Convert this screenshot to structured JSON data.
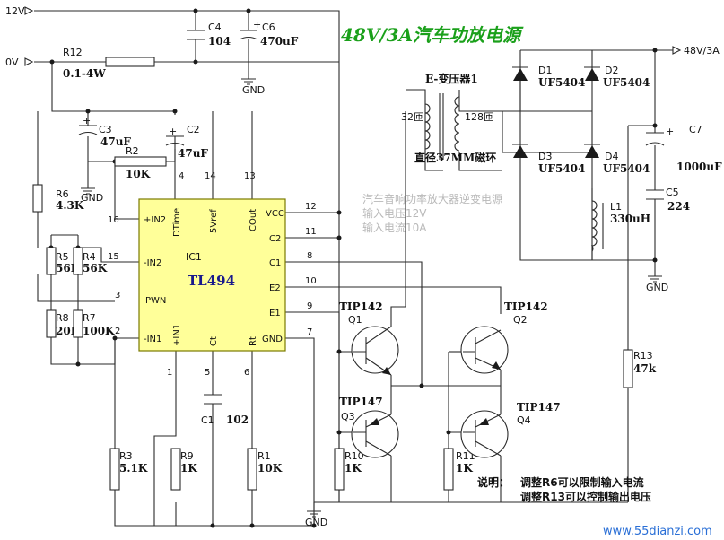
{
  "title": "48V/3A汽车功放电源",
  "ic": {
    "ref": "IC1",
    "name": "TL494",
    "pins_left": [
      "+IN2",
      "-IN2",
      "PWN",
      "-IN1"
    ],
    "pins_right": [
      "VCC",
      "C2",
      "C1",
      "E2",
      "E1",
      "GND"
    ],
    "pins_top": [
      "DTime",
      "5Vref",
      "COut"
    ],
    "pins_bottom": [
      "+IN1",
      "Ct",
      "Rt"
    ],
    "pin_numbers": {
      "vcc": "12",
      "c2": "11",
      "c1": "8",
      "e2": "10",
      "e1": "9",
      "gnd": "7",
      "in2p": "16",
      "in2n": "15",
      "pwn": "3",
      "in1n": "2",
      "dtime": "4",
      "vref": "14",
      "cout": "13",
      "in1p": "1",
      "ct": "5",
      "rt": "6"
    }
  },
  "rails": {
    "v12": "12V",
    "v0": "0V",
    "gnd": "GND",
    "out": "48V/3A"
  },
  "components": {
    "c4": {
      "ref": "C4",
      "value": "104"
    },
    "c6": {
      "ref": "C6",
      "value": "470uF"
    },
    "r12": {
      "ref": "R12",
      "value": "0.1-4W"
    },
    "c3": {
      "ref": "C3",
      "value": "47uF"
    },
    "c2": {
      "ref": "C2",
      "value": "47uF"
    },
    "r2": {
      "ref": "R2",
      "value": "10K"
    },
    "r6": {
      "ref": "R6",
      "value": "4.3K"
    },
    "r5": {
      "ref": "R5",
      "value": "56K"
    },
    "r4": {
      "ref": "R4",
      "value": "56K"
    },
    "r8": {
      "ref": "R8",
      "value": "20K"
    },
    "r7": {
      "ref": "R7",
      "value": "100K"
    },
    "c1": {
      "ref": "C1",
      "value": "102"
    },
    "r3": {
      "ref": "R3",
      "value": "5.1K"
    },
    "r9": {
      "ref": "R9",
      "value": "1K"
    },
    "r1": {
      "ref": "R1",
      "value": "10K"
    },
    "r10": {
      "ref": "R10",
      "value": "1K"
    },
    "r11": {
      "ref": "R11",
      "value": "1K"
    },
    "q1": {
      "ref": "Q1",
      "value": "TIP142"
    },
    "q2": {
      "ref": "Q2",
      "value": "TIP142"
    },
    "q3": {
      "ref": "Q3",
      "value": "TIP147"
    },
    "q4": {
      "ref": "Q4",
      "value": "TIP147"
    },
    "d1": {
      "ref": "D1",
      "value": "UF5404"
    },
    "d2": {
      "ref": "D2",
      "value": "UF5404"
    },
    "d3": {
      "ref": "D3",
      "value": "UF5404"
    },
    "d4": {
      "ref": "D4",
      "value": "UF5404"
    },
    "c7": {
      "ref": "C7",
      "value": "1000uF"
    },
    "c5": {
      "ref": "C5",
      "value": "224"
    },
    "l1": {
      "ref": "L1",
      "value": "330uH"
    },
    "r13": {
      "ref": "R13",
      "value": "47k"
    }
  },
  "transformer": {
    "label": "E-变压器1",
    "primary": "32匝",
    "secondary": "128匝",
    "core": "直径37MM磁环"
  },
  "watermark": [
    "汽车音响功率放大器逆变电源",
    "输入电压12V",
    "输入电流10A"
  ],
  "notes": {
    "heading": "说明：",
    "line1": "调整R6可以限制输入电流",
    "line2": "调整R13可以控制输出电压"
  },
  "site": "www.55dianzi.com"
}
